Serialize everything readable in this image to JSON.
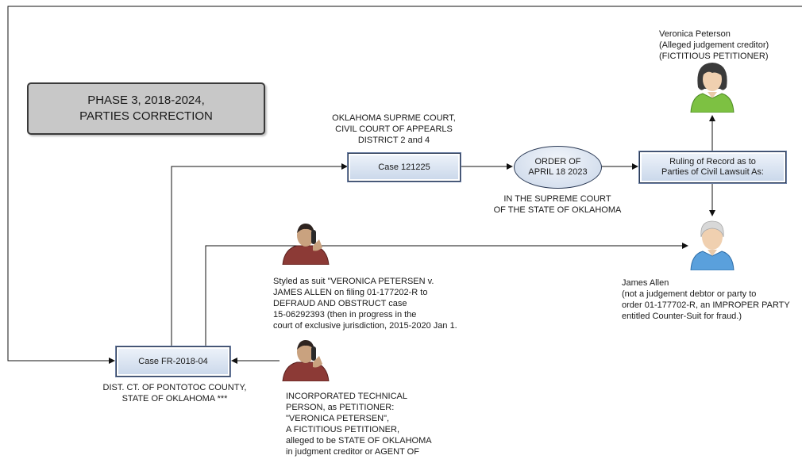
{
  "phase_label": "PHASE 3, 2018-2024,\nPARTIES CORRECTION",
  "court_header": "OKLAHOMA SUPRME COURT,\nCIVIL COURT OF APPEARLS\nDISTRICT 2 and 4",
  "case_121225": "Case 121225",
  "order_label": "ORDER OF\nAPRIL 18 2023",
  "supreme_court_caption": "IN THE SUPREME COURT\nOF THE STATE OF OKLAHOMA",
  "ruling_label": "Ruling of Record as to\nParties of Civil Lawsuit As:",
  "veronica_label": "Veronica Peterson\n(Alleged judgement creditor)\n(FICTITIOUS PETITIONER)",
  "james_label": "James Allen\n(not a judgement debtor or party to\norder 01-177702-R, an IMPROPER PARTY\nentitled Counter-Suit for fraud.)",
  "styled_suit_text": "Styled as suit \"VERONICA PETERSEN v.\nJAMES ALLEN on filing 01-177202-R to\nDEFRAUD AND OBSTRUCT case\n15-06292393 (then in progress in the\ncourt of exclusive jurisdiction, 2015-2020 Jan 1.",
  "case_fr": "Case FR-2018-04",
  "district_court_caption": "DIST. CT. OF PONTOTOC COUNTY,\nSTATE OF OKLAHOMA ***",
  "incorporated_text": "INCORPORATED TECHNICAL\nPERSON, as PETITIONER:\n\"VERONICA PETERSEN\",\nA FICTITIOUS PETITIONER,\nalleged to be STATE OF OKLAHOMA\nin judgment creditor or AGENT OF",
  "colors": {
    "box_border": "#2b3a55",
    "box_fill": "#c9d7ea",
    "phase_fill": "#c8c8c8",
    "female_shirt": "#7dc142",
    "male_shirt": "#5aa0dc",
    "caller_shirt": "#8c3a36"
  },
  "icons": [
    "female-user-icon",
    "male-user-icon",
    "phone-caller-icon",
    "phone-caller-icon"
  ]
}
